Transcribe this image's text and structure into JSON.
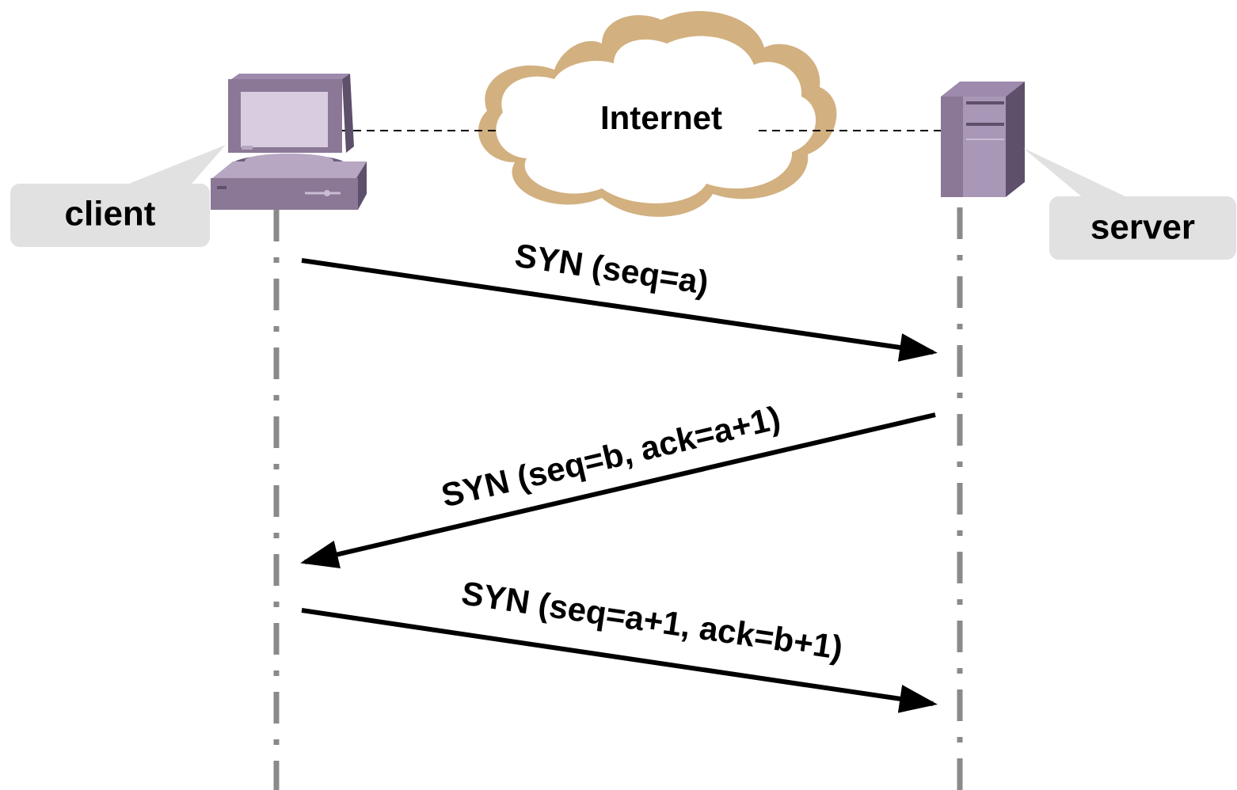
{
  "cloud": {
    "label": "Internet"
  },
  "client": {
    "label": "client"
  },
  "server": {
    "label": "server"
  },
  "messages": [
    {
      "label": "SYN (seq=a)",
      "direction": "client-to-server"
    },
    {
      "label": "SYN (seq=b, ack=a+1)",
      "direction": "server-to-client"
    },
    {
      "label": "SYN (seq=a+1, ack=b+1)",
      "direction": "client-to-server"
    }
  ],
  "colors": {
    "device": "#8a7896",
    "device_dark": "#5e4f6b",
    "device_light": "#b7a7c2",
    "screen": "#d9cce1",
    "cloud_outline": "#d2b080",
    "callout": "#e1e1e1",
    "lifeline": "#8a8a8a",
    "arrow": "#000000"
  }
}
